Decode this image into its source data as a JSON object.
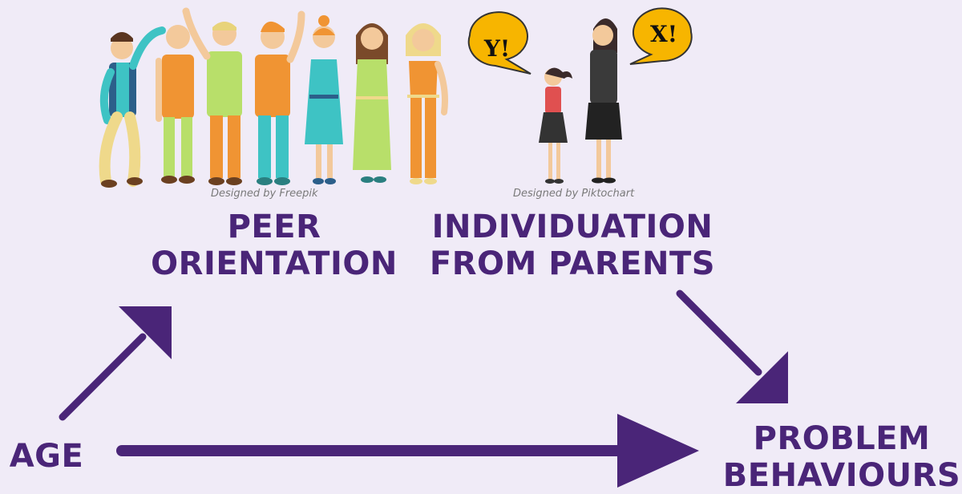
{
  "credits": {
    "peer_image": "Designed by Freepik",
    "parents_image": "Designed by Piktochart"
  },
  "speech": {
    "left": "Y!",
    "right": "X!"
  },
  "nodes": {
    "peer": {
      "line1": "PEER",
      "line2": "ORIENTATION"
    },
    "parents": {
      "line1": "INDIVIDUATION",
      "line2": "FROM PARENTS"
    },
    "age": {
      "text": "AGE"
    },
    "problem": {
      "line1": "PROBLEM",
      "line2": "BEHAVIOURS"
    }
  },
  "colors": {
    "background": "#f0ebf7",
    "text": "#4a2578",
    "arrow": "#4a2578",
    "bubble": "#f7b500"
  }
}
